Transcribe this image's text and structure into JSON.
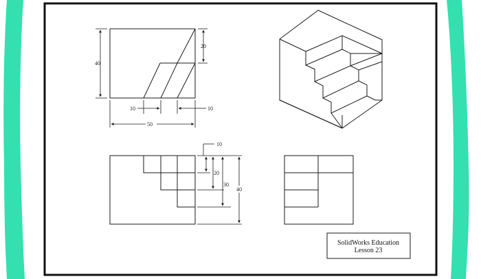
{
  "colors": {
    "side_band": "#34e0b0",
    "line": "#1a1a1a",
    "sheet": "#ffffff"
  },
  "front_view": {
    "height_label": "40",
    "top_label": "20",
    "left_offset_label": "10",
    "right_offset_label": "10",
    "width_label": "50"
  },
  "top_view": {
    "label_10": "10",
    "label_20": "20",
    "label_30": "30",
    "label_40": "40"
  },
  "title_block": {
    "line1": "SolidWorks Education",
    "line2": "Lesson 23"
  }
}
